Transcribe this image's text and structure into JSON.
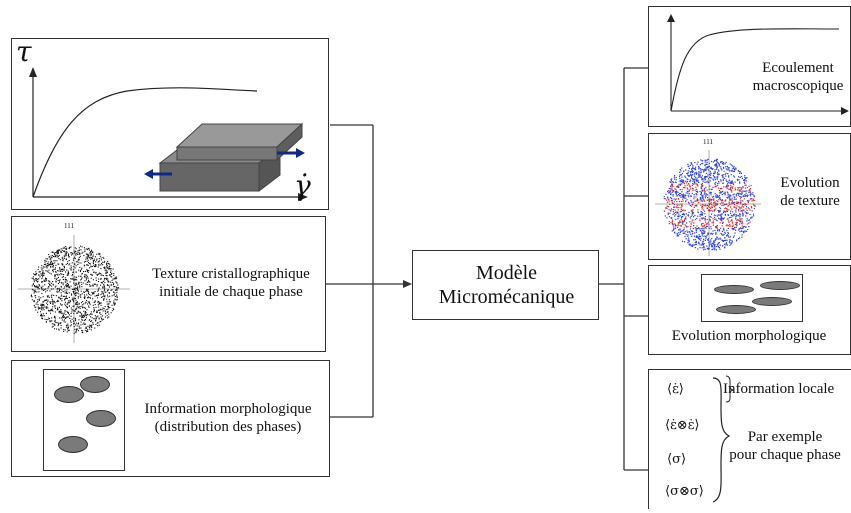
{
  "inputs": {
    "flow_curve": {
      "tau_symbol": "τ",
      "gamma_dot_symbol": "γ̇"
    },
    "texture": {
      "pole_label": "111",
      "line1": "Texture cristallographique",
      "line2": "initiale de chaque phase"
    },
    "morphology": {
      "line1": "Information morphologique",
      "line2": "(distribution des phases)"
    }
  },
  "center": {
    "line1": "Modèle",
    "line2": "Micromécanique"
  },
  "outputs": {
    "flow": {
      "line1": "Ecoulement",
      "line2": "macroscopique"
    },
    "texture": {
      "pole_label": "111",
      "line1": "Evolution",
      "line2": "de texture"
    },
    "morphology": {
      "label": "Evolution morphologique"
    },
    "local": {
      "title": "Information locale",
      "line1": "Par exemple",
      "line2": "pour chaque phase",
      "terms": [
        "⟨ε̇⟩",
        "⟨ε̇⊗ε̇⟩",
        "⟨σ⟩",
        "⟨σ⊗σ⟩"
      ]
    }
  },
  "colors": {
    "red": "#d42a2a",
    "blue": "#2a3fd4",
    "arrow_blue": "#0b2a8a",
    "block_gray": "#6f6f6f"
  }
}
